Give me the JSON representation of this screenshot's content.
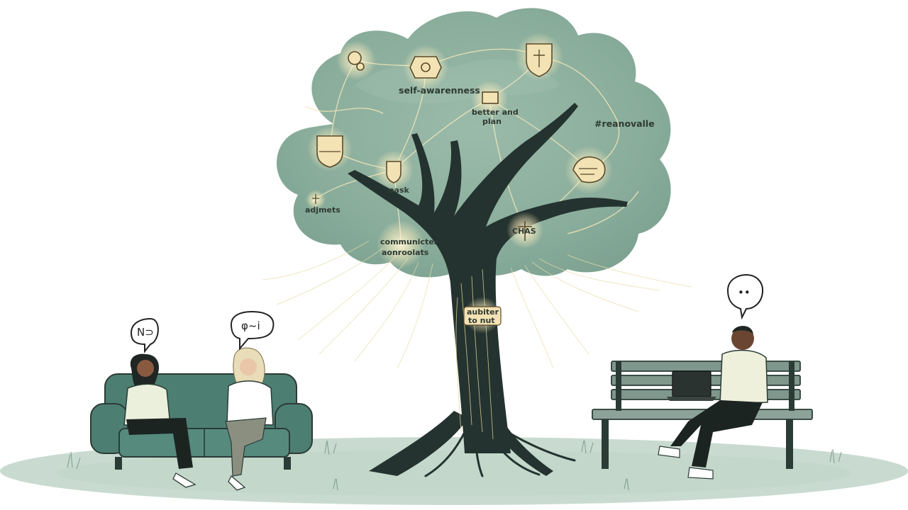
{
  "tree": {
    "labels": {
      "self_awareness": "self-awarenness",
      "better_and": "better and",
      "better_and_2": "plan",
      "top_right": "#reanovalle",
      "left_mid": "adjmets",
      "center_mid": "oask",
      "lower_left_1": "communicter",
      "lower_left_2": "aonroolats",
      "lower_right": "CHAS",
      "trunk_1": "aubiter",
      "trunk_2": "to nut"
    }
  },
  "bubbles": {
    "left_person": "N⊃",
    "middle_person": "φ~i",
    "right_person": "••"
  },
  "colors": {
    "canopy": "#8fb0a0",
    "trunk": "#24332f",
    "sofa": "#4d7e72",
    "ground": "#c7d9cd",
    "glow": "#fff3c8"
  }
}
